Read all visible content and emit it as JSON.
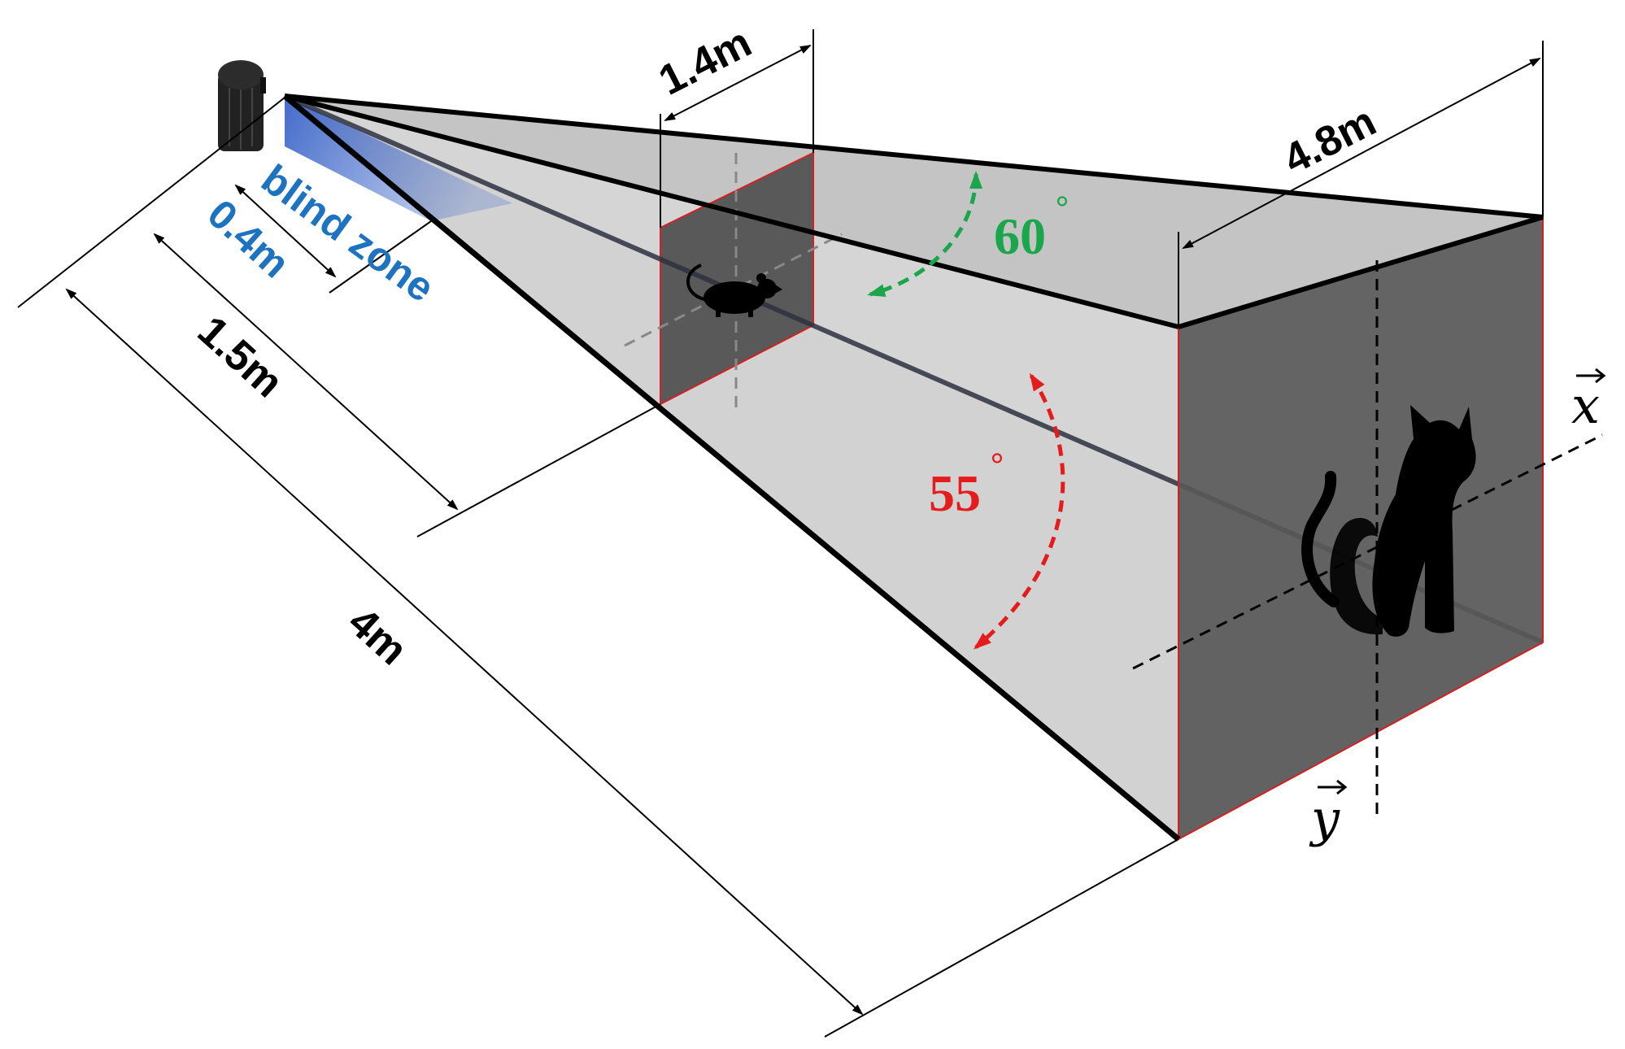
{
  "labels": {
    "blind_zone": "blind zone",
    "blind_depth": "0.4m",
    "near_distance": "1.5m",
    "far_distance": "4m",
    "near_width": "1.4m",
    "far_width": "4.8m",
    "vertical_angle": "60",
    "horizontal_angle": "55",
    "degree_symbol": "°",
    "x_axis": "x",
    "y_axis": "y"
  },
  "colors": {
    "frustum_top": "#c6c6c6",
    "frustum_bottom": "#d6d6d6",
    "window_face": "#5a5a5a",
    "blind_zone": "#3a64c8",
    "blind_text": "#1e73c0",
    "angle_60": "#1aa64a",
    "angle_55": "#e41c1c",
    "edges": "#000000"
  },
  "icons": {
    "sensor": "radar-sensor-icon",
    "small_target": "rodent-icon",
    "large_target": "cat-icon"
  }
}
